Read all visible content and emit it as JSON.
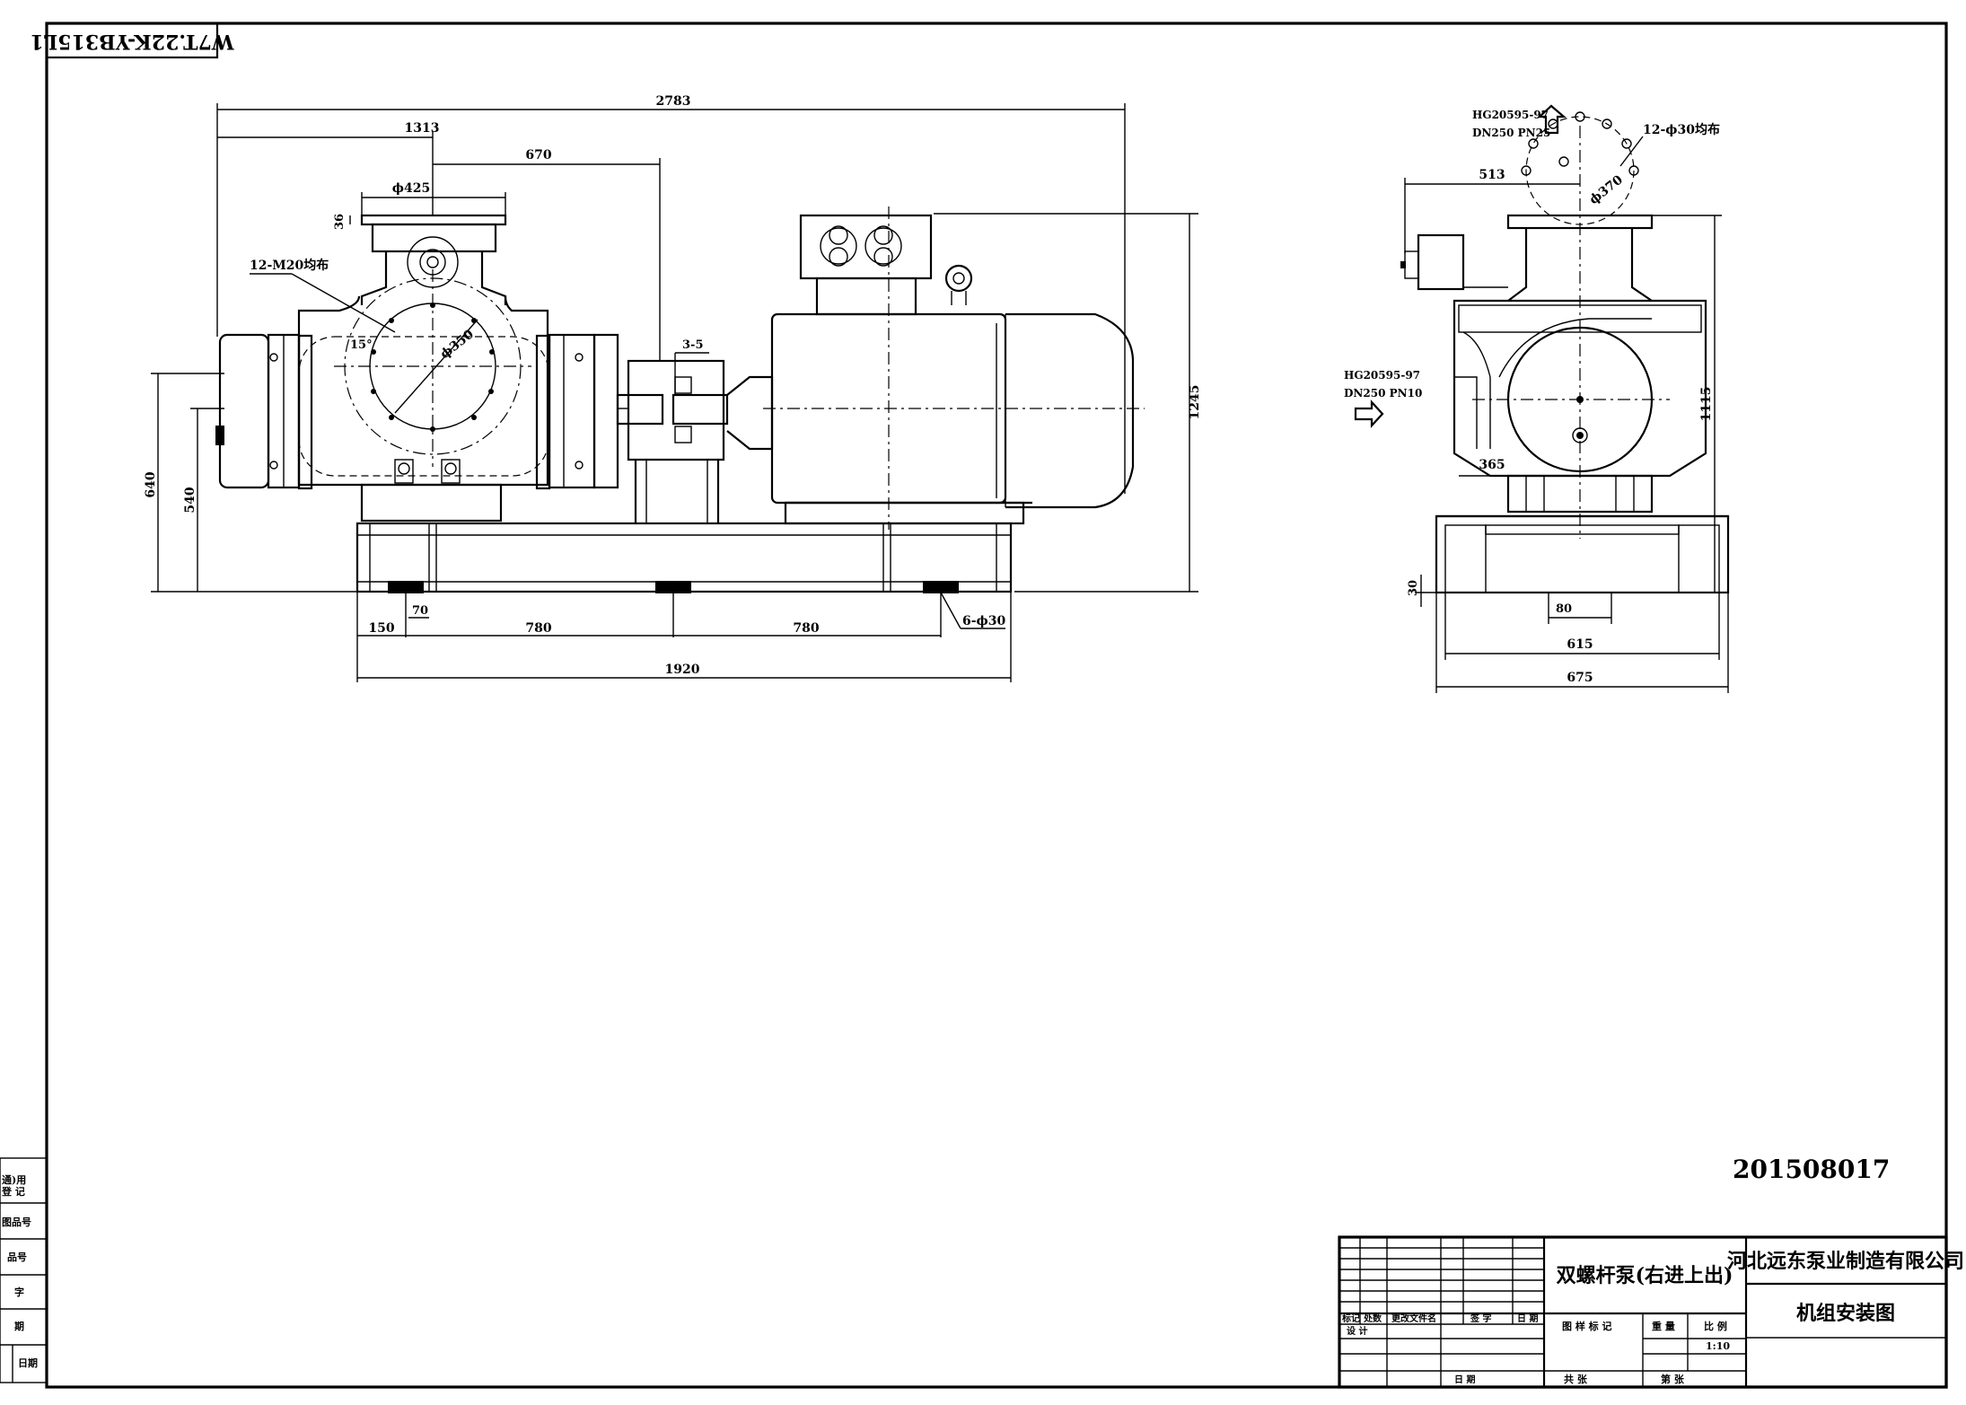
{
  "drawing_code": "W7T.22K-YB315L1",
  "drawing_number": "201508017",
  "front_view": {
    "dims": {
      "total_length": "2783",
      "inlet_offset": "1313",
      "coupling_offset": "670",
      "flange_dia": "ϕ425",
      "flange_thk": "36",
      "bolt_spec": "12-M20均布",
      "bolt_circle": "ϕ350",
      "angle": "15°",
      "gap": "3-5",
      "total_height": "1245",
      "outlet_height": "640",
      "shaft_height": "540",
      "edge_150": "150",
      "pitch_a": "780",
      "pitch_b": "780",
      "bolt_70": "70",
      "base_holes": "6-ϕ30",
      "base_length": "1920"
    }
  },
  "side_view": {
    "outlet_std": "HG20595-97",
    "outlet_rating": "DN250 PN25",
    "inlet_std": "HG20595-97",
    "inlet_rating": "DN250 PN10",
    "dims": {
      "holes": "12-ϕ30均布",
      "offset_513": "513",
      "bolt_circle": "ϕ370",
      "height_1115": "1115",
      "d_365": "365",
      "d_30": "30",
      "d_80": "80",
      "d_615": "615",
      "d_675": "675"
    }
  },
  "side_table": {
    "rows": [
      "通)用\n登 记",
      "图品号",
      "品号",
      "字",
      "期",
      "日期"
    ]
  },
  "title_block": {
    "product_name": "双螺杆泵(右进上出)",
    "company": "河北远东泵业制造有限公司",
    "drawing_title": "机组安装图",
    "rev_headers": [
      "标记",
      "处数",
      "更改文件名",
      "签 字",
      "日 期"
    ],
    "design_label": "设 计",
    "date_label": "日 期",
    "stage_label": "图 样 标 记",
    "weight_label": "重 量",
    "scale_label": "比 例",
    "scale_value": "1:10",
    "sheets_total": "共 张",
    "sheet_no": "第 张"
  }
}
